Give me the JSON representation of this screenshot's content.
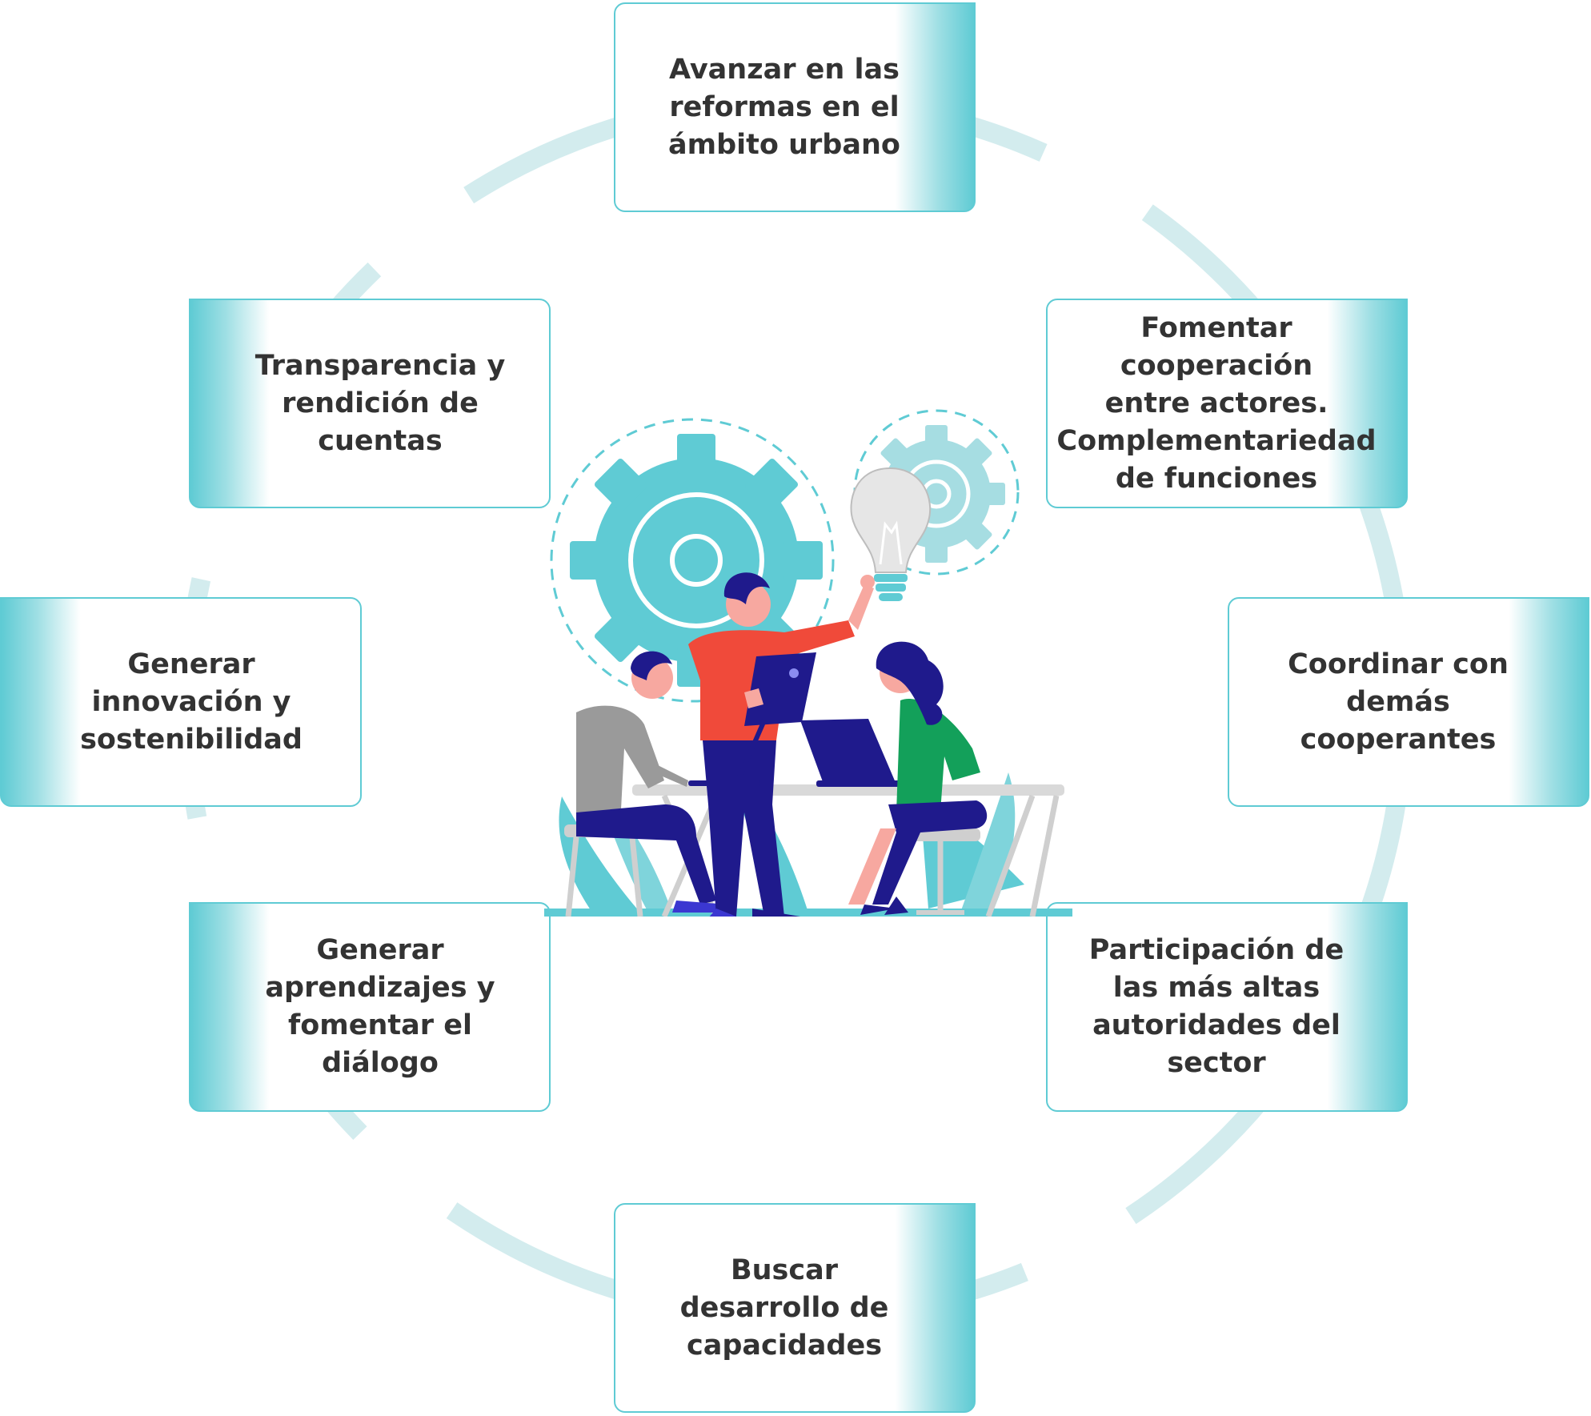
{
  "colors": {
    "accent": "#5fcbd4",
    "ring": "#d3ecee",
    "text": "#333333",
    "navy": "#1f1a8c",
    "red_shirt": "#f04a3a",
    "green_shirt": "#13a05a",
    "grey_shirt": "#9a9a9a"
  },
  "boxes": [
    {
      "id": "avanzar-reformas",
      "text": "Avanzar en las\nreformas en el\námbito urbano"
    },
    {
      "id": "fomentar-cooperacion",
      "text": "Fomentar\ncooperación\nentre actores.\nComplementariedad\nde funciones"
    },
    {
      "id": "coordinar-cooperantes",
      "text": "Coordinar con\ndemás\ncooperantes"
    },
    {
      "id": "participacion-autoridades",
      "text": "Participación de\nlas más altas\nautoridades del\nsector"
    },
    {
      "id": "desarrollo-capacidades",
      "text": "Buscar\ndesarrollo de\ncapacidades"
    },
    {
      "id": "aprendizajes-dialogo",
      "text": "Generar\naprendizajes y\nfomentar el\ndiálogo"
    },
    {
      "id": "innovacion-sostenibilidad",
      "text": "Generar\ninnovación y\nsostenibilidad"
    },
    {
      "id": "transparencia-cuentas",
      "text": "Transparencia y\nrendición de\ncuentas"
    }
  ],
  "illustration": {
    "icons": [
      "gear-icon",
      "lightbulb-icon",
      "laptop-icon",
      "tablet-icon",
      "table-icon",
      "stool-icon",
      "plant-icon"
    ]
  }
}
